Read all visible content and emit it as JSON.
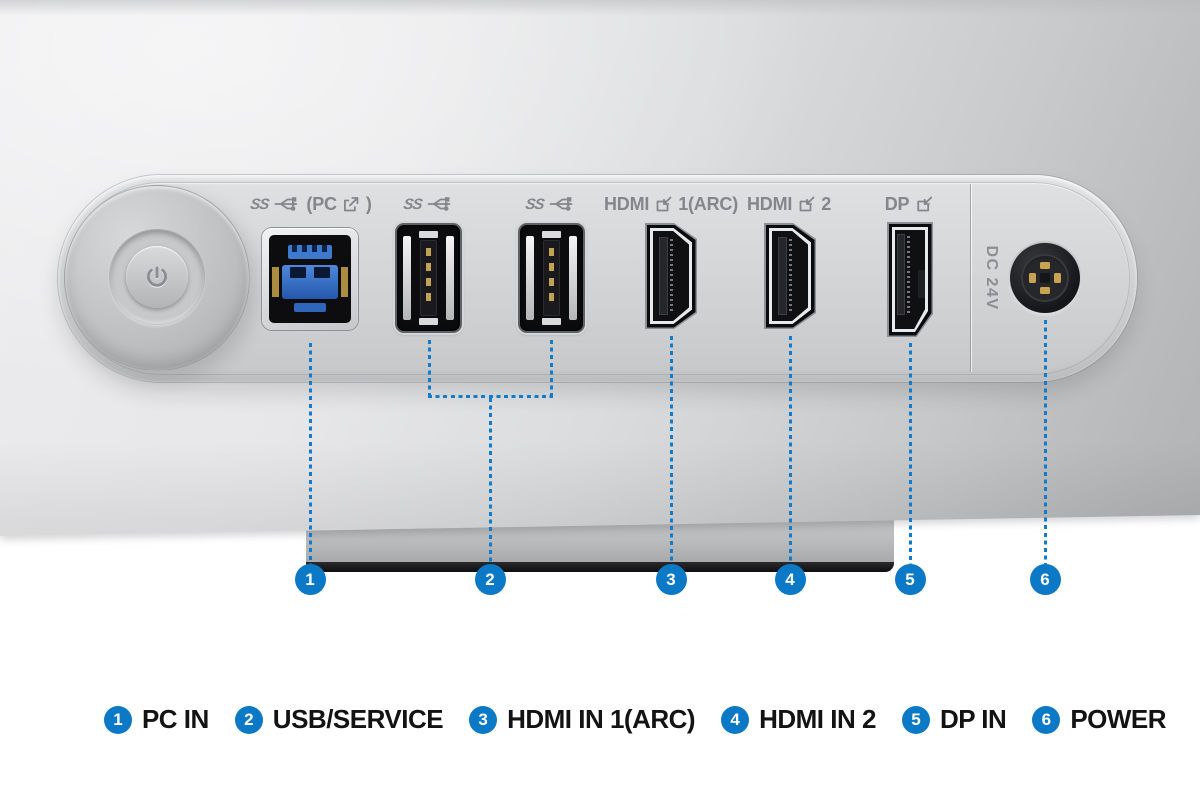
{
  "colors": {
    "accent_blue": "#0b79c5",
    "dot_blue": "#107ccb",
    "label_gray": "#85868a",
    "legend_text": "#131313",
    "dc_gray": "#8d8e91"
  },
  "ports_panel": {
    "ss_mark": "SS",
    "usb_pc_label": {
      "open": "(PC",
      "close": ")"
    },
    "hdmi1_label": {
      "name": "HDMI",
      "suffix": "1(ARC)"
    },
    "hdmi2_label": {
      "name": "HDMI",
      "suffix": "2"
    },
    "dp_label": {
      "name": "DP"
    },
    "dc_label": "DC 24V"
  },
  "callouts": {
    "c1": "1",
    "c2": "2",
    "c3": "3",
    "c4": "4",
    "c5": "5",
    "c6": "6"
  },
  "legend": {
    "items": [
      {
        "num": "1",
        "label": "PC IN"
      },
      {
        "num": "2",
        "label": "USB/SERVICE"
      },
      {
        "num": "3",
        "label": "HDMI IN 1(ARC)"
      },
      {
        "num": "4",
        "label": "HDMI IN 2"
      },
      {
        "num": "5",
        "label": "DP IN"
      },
      {
        "num": "6",
        "label": "POWER"
      }
    ]
  }
}
